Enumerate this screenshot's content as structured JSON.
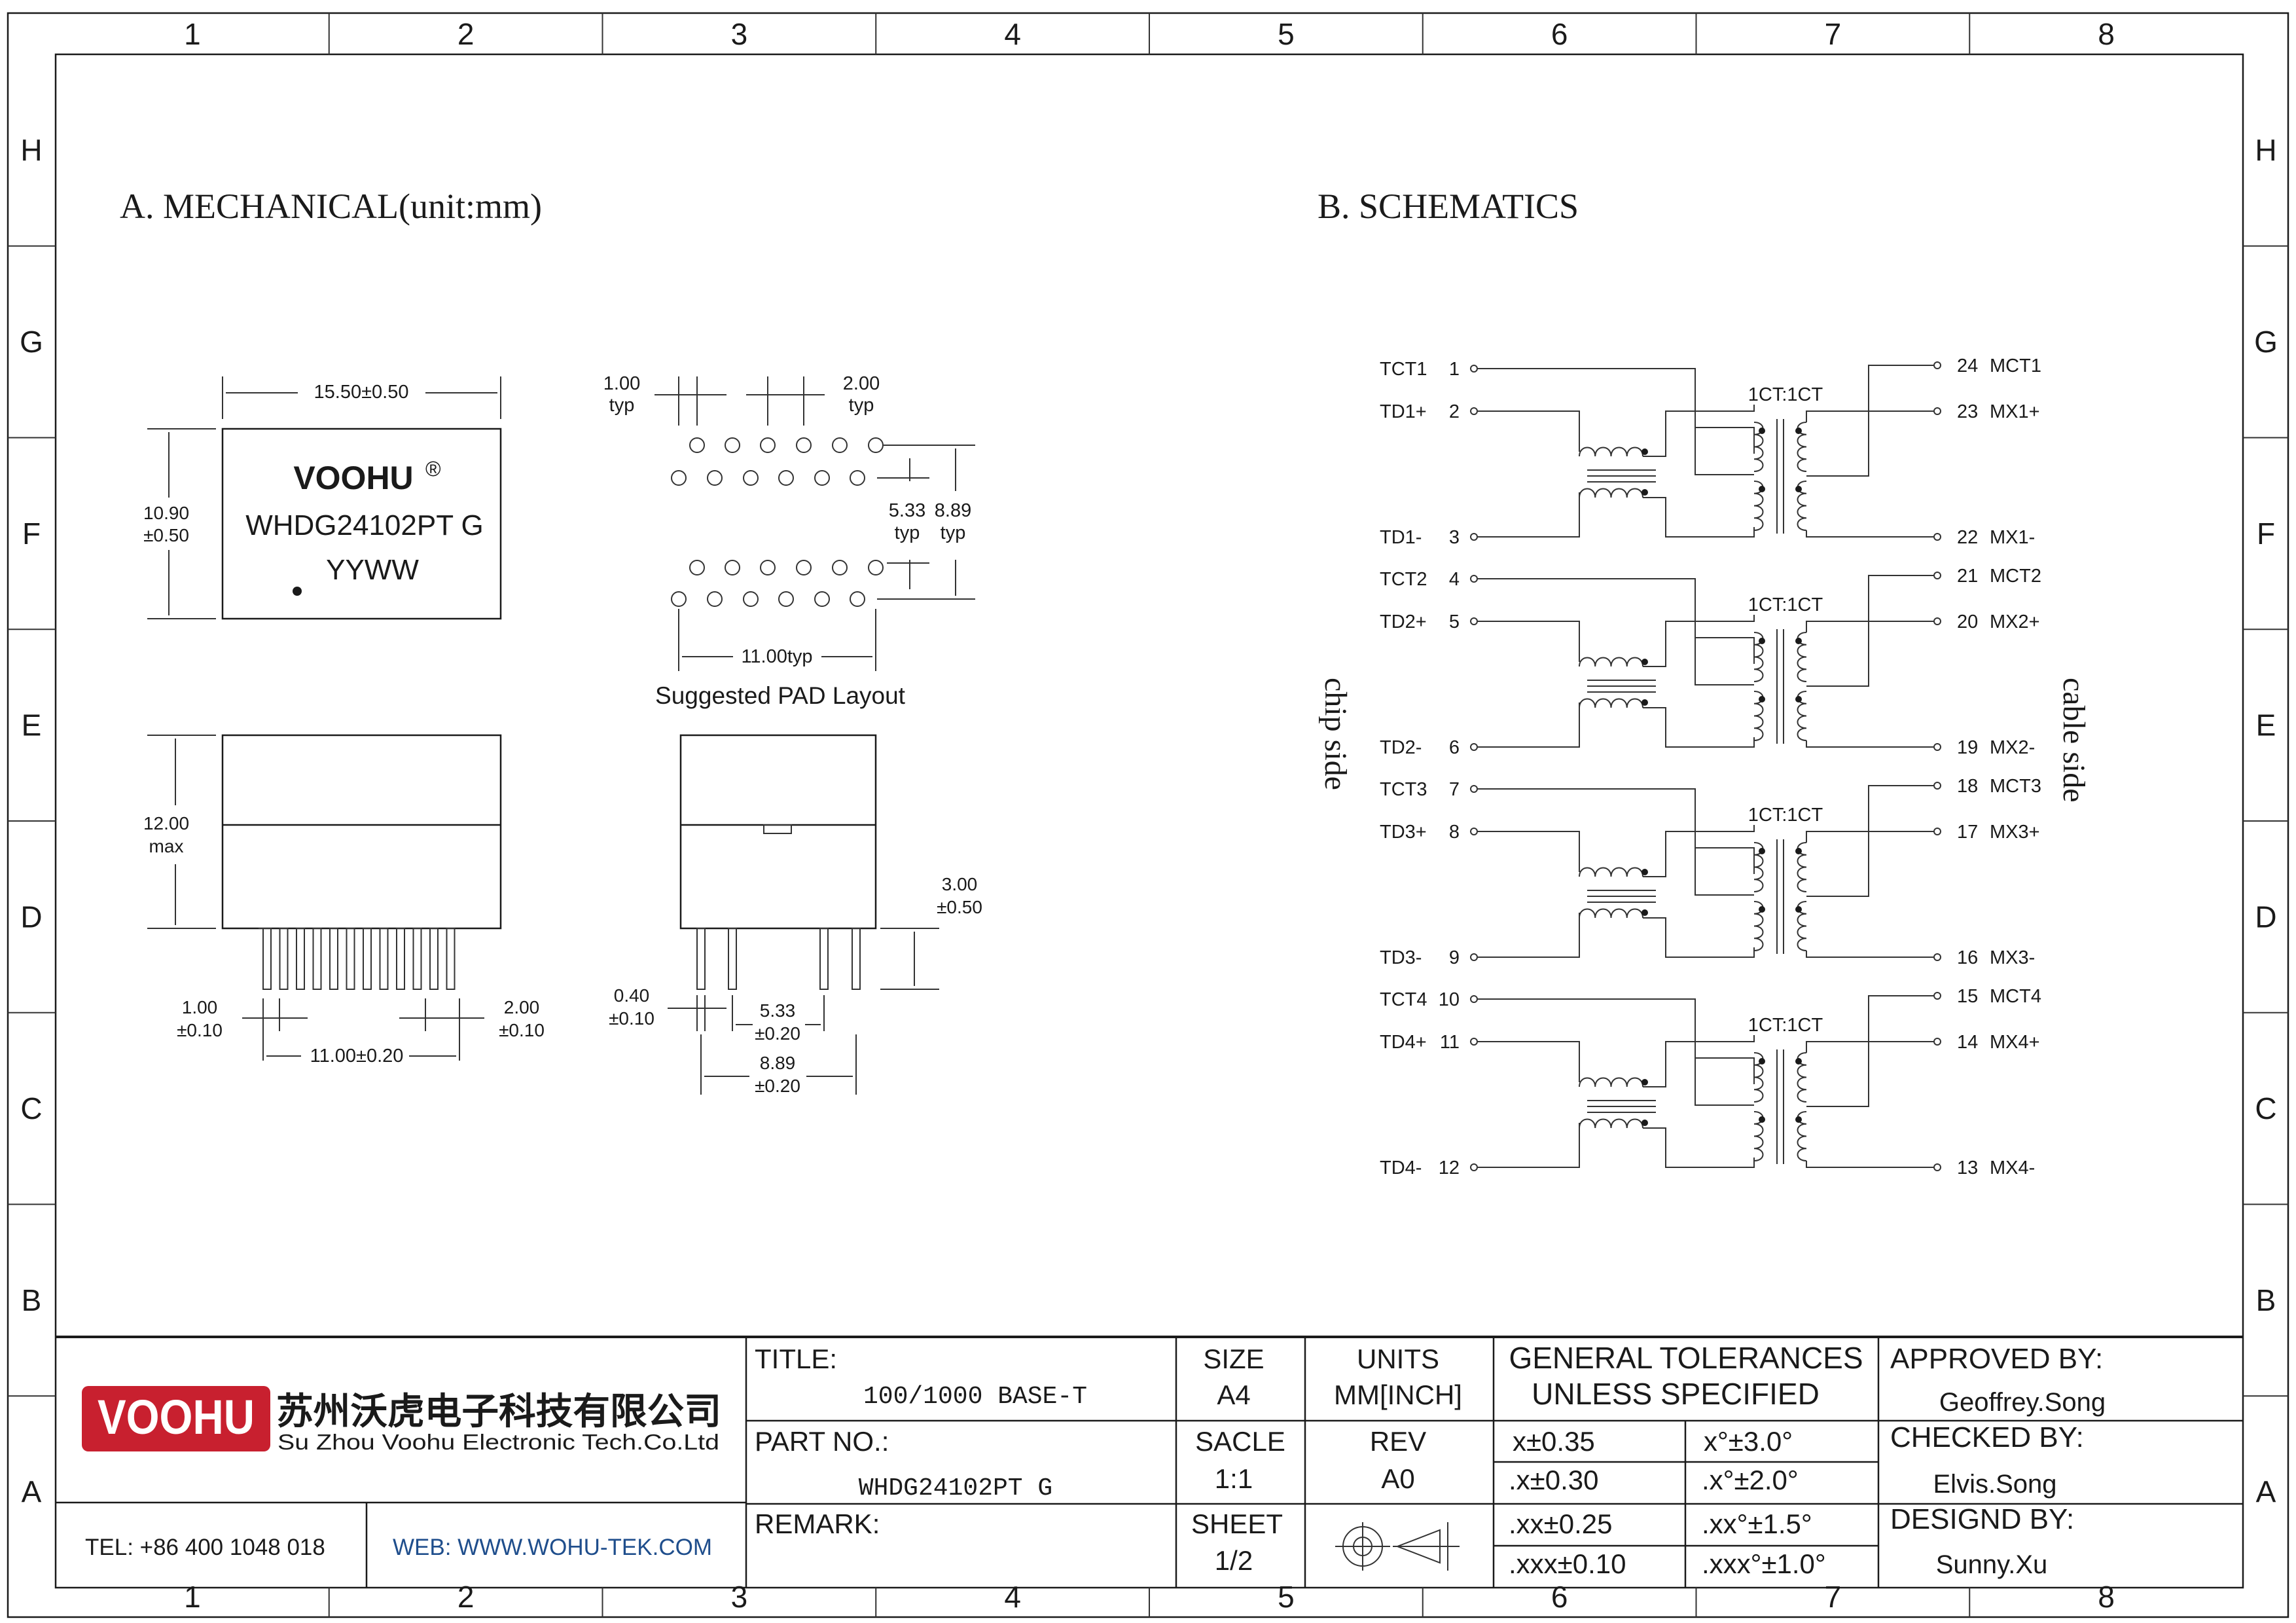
{
  "frame": {
    "columns": [
      "1",
      "2",
      "3",
      "4",
      "5",
      "6",
      "7",
      "8"
    ],
    "rows": [
      "H",
      "G",
      "F",
      "E",
      "D",
      "C",
      "B",
      "A"
    ]
  },
  "mechanical": {
    "title": "A. MECHANICAL(unit:mm)",
    "top_view": {
      "brand": "VOOHU",
      "registered": "®",
      "part": "WHDG24102PT G",
      "datecode": "YYWW",
      "width_dim": "15.50±0.50",
      "height_dim_1": "10.90",
      "height_dim_2": "±0.50"
    },
    "pad_layout": {
      "label": "Suggested PAD Layout",
      "pitch_1": "1.00",
      "pitch_1_b": "typ",
      "pitch_2": "2.00",
      "pitch_2_b": "typ",
      "row_gap": "5.33",
      "row_gap_b": "typ",
      "row_span": "8.89",
      "row_span_b": "typ",
      "span": "11.00typ"
    },
    "side_view": {
      "height_1": "12.00",
      "height_2": "max",
      "pin_w_1": "1.00",
      "pin_w_2": "±0.10",
      "pin_p_1": "2.00",
      "pin_p_2": "±0.10",
      "span": "11.00±0.20"
    },
    "end_view": {
      "lead_1": "3.00",
      "lead_2": "±0.50",
      "pin_t_1": "0.40",
      "pin_t_2": "±0.10",
      "gap_1": "5.33",
      "gap_2": "±0.20",
      "span_1": "8.89",
      "span_2": "±0.20"
    }
  },
  "schematics": {
    "title": "B. SCHEMATICS",
    "chip_side": "chip side",
    "cable_side": "cable side",
    "ratio": "1CT:1CT",
    "channels": [
      {
        "ct": "TCT1",
        "ct_pin": "1",
        "p": "TD1+",
        "p_pin": "2",
        "n": "TD1-",
        "n_pin": "3",
        "mct_pin": "24",
        "mct": "MCT1",
        "mp_pin": "23",
        "mp": "MX1+",
        "mn_pin": "22",
        "mn": "MX1-"
      },
      {
        "ct": "TCT2",
        "ct_pin": "4",
        "p": "TD2+",
        "p_pin": "5",
        "n": "TD2-",
        "n_pin": "6",
        "mct_pin": "21",
        "mct": "MCT2",
        "mp_pin": "20",
        "mp": "MX2+",
        "mn_pin": "19",
        "mn": "MX2-"
      },
      {
        "ct": "TCT3",
        "ct_pin": "7",
        "p": "TD3+",
        "p_pin": "8",
        "n": "TD3-",
        "n_pin": "9",
        "mct_pin": "18",
        "mct": "MCT3",
        "mp_pin": "17",
        "mp": "MX3+",
        "mn_pin": "16",
        "mn": "MX3-"
      },
      {
        "ct": "TCT4",
        "ct_pin": "10",
        "p": "TD4+",
        "p_pin": "11",
        "n": "TD4-",
        "n_pin": "12",
        "mct_pin": "15",
        "mct": "MCT4",
        "mp_pin": "14",
        "mp": "MX4+",
        "mn_pin": "13",
        "mn": "MX4-"
      }
    ]
  },
  "title_block": {
    "logo": "VOOHU",
    "company_cn": "苏州沃虎电子科技有限公司",
    "company_en": "Su Zhou Voohu Electronic Tech.Co.Ltd",
    "tel": "TEL: +86 400 1048 018",
    "web": "WEB: WWW.WOHU-TEK.COM",
    "title_label": "TITLE:",
    "title_value": "100/1000 BASE-T",
    "part_label": "PART NO.:",
    "part_value": "WHDG24102PT G",
    "remark_label": "REMARK:",
    "size_label": "SIZE",
    "size_value": "A4",
    "units_label": "UNITS",
    "units_value": "MM[INCH]",
    "scale_label": "SACLE",
    "scale_value": "1:1",
    "rev_label": "REV",
    "rev_value": "A0",
    "sheet_label": "SHEET",
    "sheet_value": "1/2",
    "tol_title_1": "GENERAL TOLERANCES",
    "tol_title_2": "UNLESS SPECIFIED",
    "tol": [
      [
        "x±0.35",
        "x°±3.0°"
      ],
      [
        ".x±0.30",
        ".x°±2.0°"
      ],
      [
        ".xx±0.25",
        ".xx°±1.5°"
      ],
      [
        ".xxx±0.10",
        ".xxx°±1.0°"
      ]
    ],
    "approved_label": "APPROVED BY:",
    "approved_value": "Geoffrey.Song",
    "checked_label": "CHECKED BY:",
    "checked_value": "Elvis.Song",
    "design_label": "DESIGND BY:",
    "design_value": "Sunny.Xu"
  }
}
